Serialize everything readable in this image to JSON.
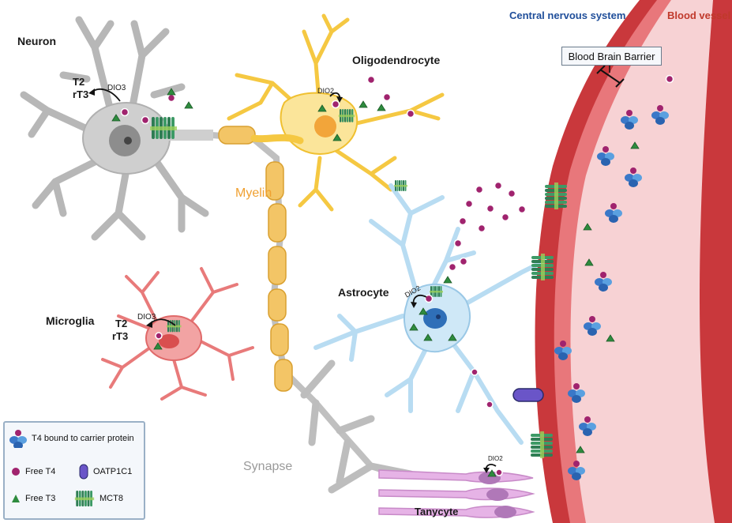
{
  "labels": {
    "neuron": "Neuron",
    "oligodendrocyte": "Oligodendrocyte",
    "central_nervous_system": "Central nervous system",
    "blood_vessel": "Blood vessel",
    "blood_brain_barrier": "Blood Brain Barrier",
    "myelin": "Myelin",
    "astrocyte": "Astrocyte",
    "microglia": "Microglia",
    "synapse": "Synapse",
    "tanycyte": "Tanycyte",
    "neuron_t2": "T2",
    "neuron_rt3": "rT3",
    "neuron_dio": "DIO3",
    "microglia_t2": "T2",
    "microglia_rt3": "rT3",
    "microglia_dio": "DIO3",
    "oligo_dio": "DIO2",
    "astro_dio": "DIO2",
    "tany_dio": "DIO2"
  },
  "legend": {
    "carrier": "T4 bound to carrier protein",
    "free_t4": "Free T4",
    "free_t3": "Free T3",
    "oatp": "OATP1C1",
    "mct8": "MCT8"
  },
  "colors": {
    "t4": "#a0236e",
    "t3": "#2e8b3e",
    "carrier": "#3a78c8",
    "oatp": "#6a55c8",
    "mct8": "#2f7d54",
    "vessel_wall": "#c9383c",
    "vessel_lumen": "#f7d2d4",
    "neuron": "#c9c9c9",
    "oligodendrocyte": "#f5c842",
    "astrocyte": "#b8dcf2",
    "microglia": "#e87a7a",
    "tanycyte": "#e6b3e6",
    "myelin": "#f3c566",
    "cns_label": "#1f4e9a",
    "vessel_label": "#c0392b",
    "myelin_label": "#f0a030",
    "synapse_label": "#9a9a9a"
  }
}
